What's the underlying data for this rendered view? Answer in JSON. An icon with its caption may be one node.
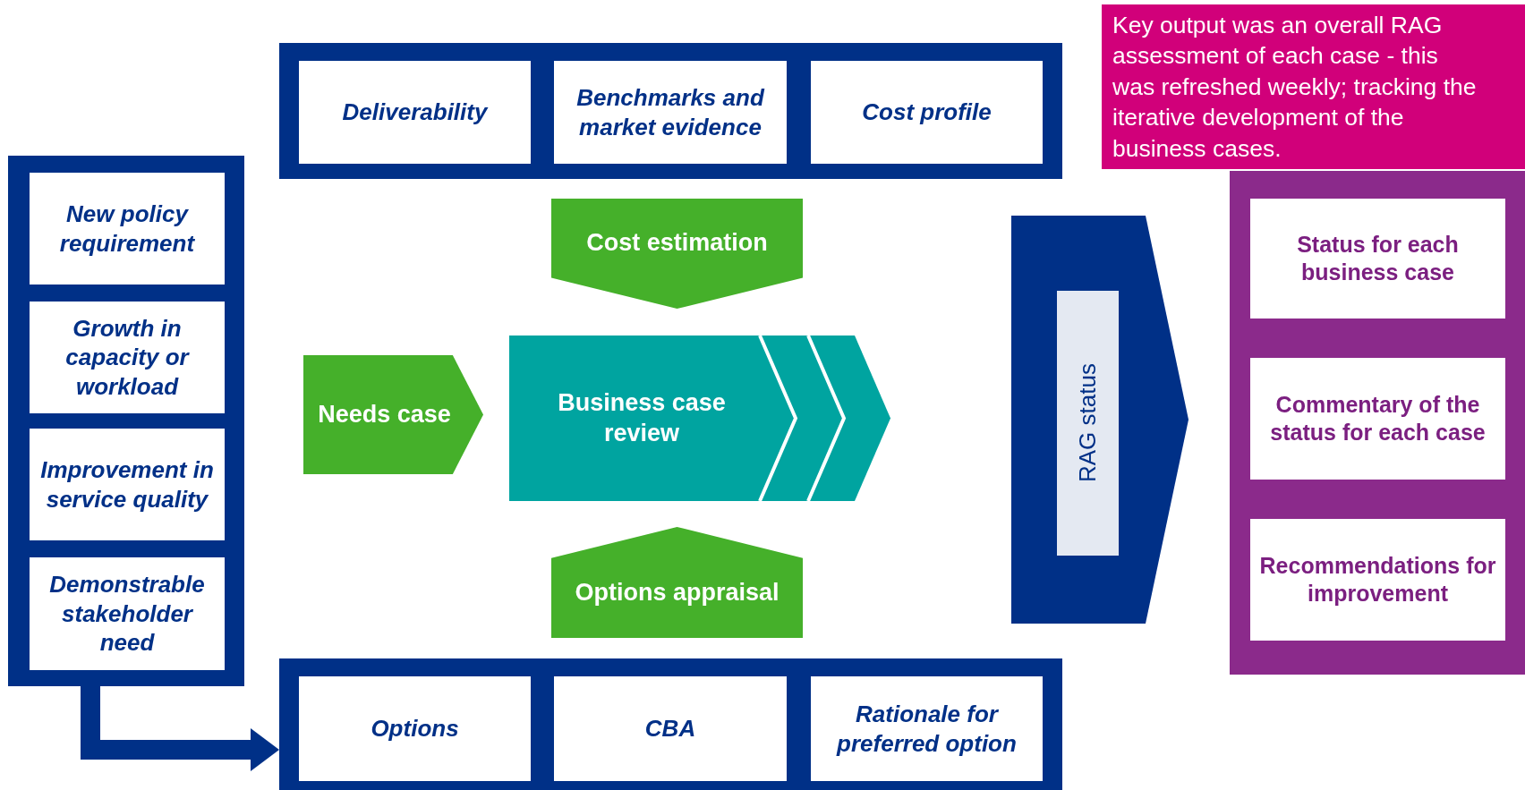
{
  "diagram": {
    "nodes": [
      {
        "text": [],
        "shape": "box"
      },
      {
        "text": [
          "New policy requirement"
        ],
        "in": 0
      },
      {
        "text": [
          "Growth in capacity or workload"
        ],
        "in": 0
      },
      {
        "text": [
          "Improvement in service quality"
        ],
        "in": 0
      },
      {
        "text": [
          "Demonstrable stakeholder need"
        ],
        "in": 0
      },
      {
        "text": [],
        "shape": "box"
      },
      {
        "text": [
          "Deliverability"
        ],
        "in": 5
      },
      {
        "text": [
          "Benchmarks and market evidence"
        ],
        "in": 5
      },
      {
        "text": [
          "Cost profile"
        ],
        "in": 5
      },
      {
        "text": [
          "Cost estimation"
        ]
      },
      {
        "text": [
          "Needs case"
        ]
      },
      {
        "text": [
          "Business case review"
        ]
      },
      {
        "text": [
          "Options appraisal"
        ]
      },
      {
        "text": [],
        "shape": "box"
      },
      {
        "text": [
          "Options"
        ],
        "in": 13
      },
      {
        "text": [
          "CBA"
        ],
        "in": 13
      },
      {
        "text": [
          "Rationale for preferred option"
        ],
        "in": 13
      },
      {
        "text": [
          "Key output was an overall RAG assessment of each case - this was refreshed weekly; tracking the iterative development of the business cases."
        ]
      },
      {
        "text": [],
        "shape": "arrow"
      },
      {
        "text": [
          "RAG status"
        ],
        "in": 18
      },
      {
        "text": [],
        "shape": "box"
      },
      {
        "text": [
          "Status for each business case"
        ],
        "in": 20
      },
      {
        "text": [
          "Commentary of the status for each case"
        ],
        "in": 20
      },
      {
        "text": [
          "Recommendations for improvement"
        ],
        "in": 20
      }
    ],
    "edges": [
      {
        "from": 0,
        "to": 13,
        "arrow": "to"
      }
    ]
  }
}
